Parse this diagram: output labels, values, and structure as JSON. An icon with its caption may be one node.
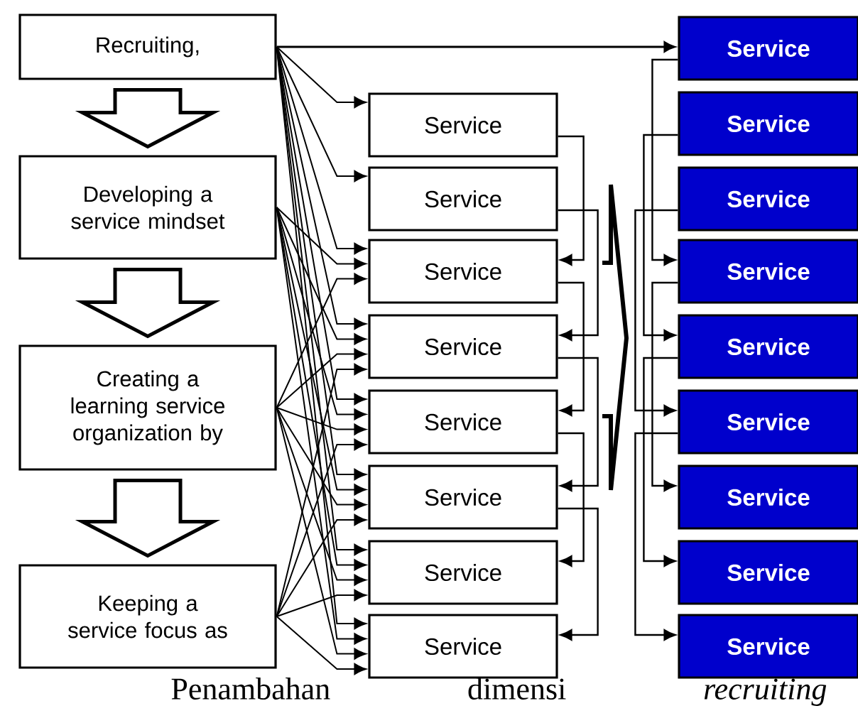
{
  "diagram": {
    "caption": "Penambahan dimensi *recruiting*",
    "nodes": [
      {
        "text": [
          "Recruiting,"
        ]
      },
      {
        "text": [
          "Developing a service mindset"
        ]
      },
      {
        "text": [
          "Creating a learning service organization by"
        ]
      },
      {
        "text": [
          "Keeping a service focus as"
        ]
      },
      {
        "text": [
          "Service"
        ]
      },
      {
        "text": [
          "Service"
        ]
      },
      {
        "text": [
          "Service"
        ]
      },
      {
        "text": [
          "Service"
        ]
      },
      {
        "text": [
          "Service"
        ]
      },
      {
        "text": [
          "Service"
        ]
      },
      {
        "text": [
          "Service"
        ]
      },
      {
        "text": [
          "Service"
        ]
      },
      {
        "text": [
          "Service"
        ]
      },
      {
        "text": [
          "Service"
        ]
      },
      {
        "text": [
          "Service"
        ]
      },
      {
        "text": [
          "Service"
        ]
      },
      {
        "text": [
          "Service"
        ]
      },
      {
        "text": [
          "Service"
        ]
      },
      {
        "text": [
          "Service"
        ]
      },
      {
        "text": [
          "Service"
        ]
      },
      {
        "text": [
          "Service"
        ]
      }
    ],
    "edges": [
      {
        "from": 0,
        "to": 1,
        "arrow": "to"
      },
      {
        "from": 1,
        "to": 2,
        "arrow": "to"
      },
      {
        "from": 2,
        "to": 3,
        "arrow": "to"
      },
      {
        "from": 0,
        "to": 12,
        "arrow": "to"
      },
      {
        "from": 0,
        "to": 4,
        "arrow": "to"
      },
      {
        "from": 0,
        "to": 5,
        "arrow": "to"
      },
      {
        "from": 0,
        "to": 6,
        "arrow": "to"
      },
      {
        "from": 0,
        "to": 7,
        "arrow": "to"
      },
      {
        "from": 0,
        "to": 8,
        "arrow": "to"
      },
      {
        "from": 0,
        "to": 9,
        "arrow": "to"
      },
      {
        "from": 0,
        "to": 10,
        "arrow": "to"
      },
      {
        "from": 0,
        "to": 11,
        "arrow": "to"
      },
      {
        "from": 1,
        "to": 6,
        "arrow": "to"
      },
      {
        "from": 1,
        "to": 7,
        "arrow": "to"
      },
      {
        "from": 1,
        "to": 8,
        "arrow": "to"
      },
      {
        "from": 1,
        "to": 9,
        "arrow": "to"
      },
      {
        "from": 1,
        "to": 10,
        "arrow": "to"
      },
      {
        "from": 1,
        "to": 11,
        "arrow": "to"
      },
      {
        "from": 2,
        "to": 6,
        "arrow": "to"
      },
      {
        "from": 2,
        "to": 7,
        "arrow": "to"
      },
      {
        "from": 2,
        "to": 8,
        "arrow": "to"
      },
      {
        "from": 2,
        "to": 9,
        "arrow": "to"
      },
      {
        "from": 2,
        "to": 10,
        "arrow": "to"
      },
      {
        "from": 2,
        "to": 11,
        "arrow": "to"
      },
      {
        "from": 3,
        "to": 7,
        "arrow": "to"
      },
      {
        "from": 3,
        "to": 8,
        "arrow": "to"
      },
      {
        "from": 3,
        "to": 9,
        "arrow": "to"
      },
      {
        "from": 3,
        "to": 10,
        "arrow": "to"
      },
      {
        "from": 3,
        "to": 11,
        "arrow": "to"
      },
      {
        "from": 4,
        "to": 6,
        "arrow": "to"
      },
      {
        "from": 5,
        "to": 7,
        "arrow": "to"
      },
      {
        "from": 6,
        "to": 8,
        "arrow": "to"
      },
      {
        "from": 7,
        "to": 9,
        "arrow": "to"
      },
      {
        "from": 8,
        "to": 10,
        "arrow": "to"
      },
      {
        "from": 9,
        "to": 11,
        "arrow": "to"
      },
      {
        "from": 12,
        "to": 15,
        "arrow": "to"
      },
      {
        "from": 13,
        "to": 16,
        "arrow": "to"
      },
      {
        "from": 14,
        "to": 17,
        "arrow": "to"
      },
      {
        "from": 15,
        "to": 18,
        "arrow": "to"
      },
      {
        "from": 16,
        "to": 19,
        "arrow": "to"
      },
      {
        "from": 17,
        "to": 20,
        "arrow": "to"
      }
    ]
  }
}
